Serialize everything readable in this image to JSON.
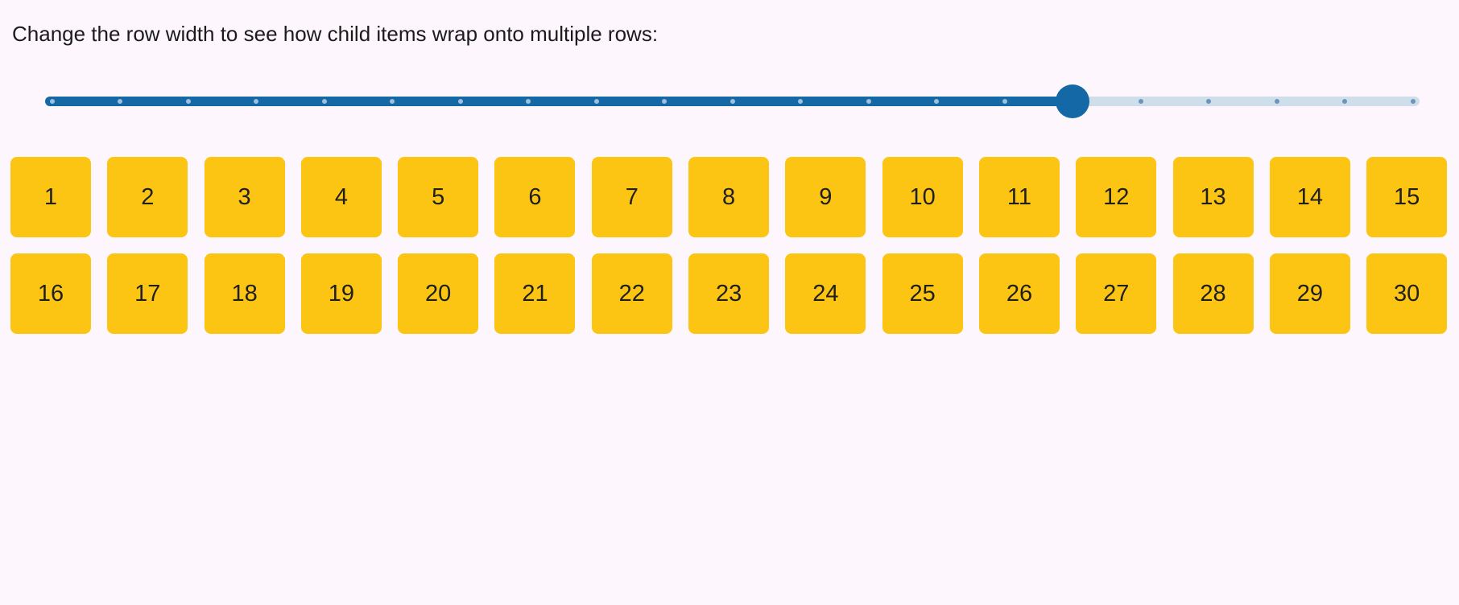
{
  "canvas": {
    "background": "#FDF6FC",
    "text_color": "#1B1B1B"
  },
  "instruction": "Change the row width to see how child items wrap onto multiple rows:",
  "slider": {
    "purpose": "row-width",
    "min": 0,
    "max": 20,
    "value": 15,
    "tick_count": 21,
    "colors": {
      "fill": "#1468A5",
      "rail": "#CFDEEB",
      "thumb": "#1468A5",
      "tick_on_fill": "#9FBEDC",
      "tick_on_rail": "#6E94BC"
    }
  },
  "grid": {
    "items": [
      1,
      2,
      3,
      4,
      5,
      6,
      7,
      8,
      9,
      10,
      11,
      12,
      13,
      14,
      15,
      16,
      17,
      18,
      19,
      20,
      21,
      22,
      23,
      24,
      25,
      26,
      27,
      28,
      29,
      30
    ],
    "items_per_row": 15,
    "colors": {
      "tile": "#FCC514",
      "number": "#202020"
    }
  }
}
